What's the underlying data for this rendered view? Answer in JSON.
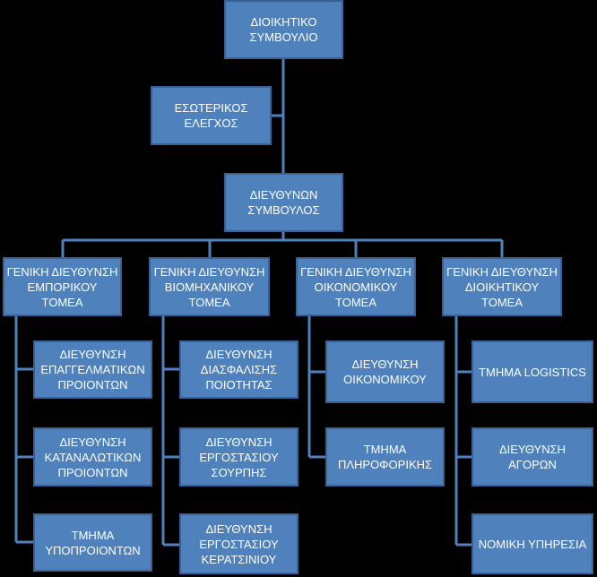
{
  "colors": {
    "box_fill": "#4F81BD",
    "box_border": "#3A6191",
    "connector": "#4F81BD",
    "background": "#000000"
  },
  "board": "ΔΙΟΙΚΗΤΙΚΟ\nΣΥΜΒΟΥΛΙΟ",
  "internal_audit": "ΕΣΩΤΕΡΙΚΟΣ\nΕΛΕΓΧΟΣ",
  "ceo": "ΔΙΕΥΘΥΝΩΝ\nΣΥΜΒΟΥΛΟΣ",
  "divisions": [
    {
      "title": "ΓΕΝΙΚΗ ΔΙΕΥΘΥΝΣΗ\nΕΜΠΟΡΙΚΟΥ\nΤΟΜΕΑ",
      "units": [
        "ΔΙΕΥΘΥΝΣΗ\nΕΠΑΓΓΕΛΜΑΤΙΚΩΝ\nΠΡΟΙΟΝΤΩΝ",
        "ΔΙΕΥΘΥΝΣΗ\nΚΑΤΑΝΑΛΩΤΙΚΩΝ\nΠΡΟΙΟΝΤΩΝ",
        "ΤΜΗΜΑ\nΥΠΟΠΡΟΙΟΝΤΩΝ"
      ]
    },
    {
      "title": "ΓΕΝΙΚΗ ΔΙΕΥΘΥΝΣΗ\nΒΙΟΜΗΧΑΝΙΚΟΥ\nΤΟΜΕΑ",
      "units": [
        "ΔΙΕΥΘΥΝΣΗ\nΔΙΑΣΦΑΛΙΣΗΣ\nΠΟΙΟΤΗΤΑΣ",
        "ΔΙΕΥΘΥΝΣΗ\nΕΡΓΟΣΤΑΣΙΟΥ\nΣΟΥΡΠΗΣ",
        "ΔΙΕΥΘΥΝΣΗ\nΕΡΓΟΣΤΑΣΙΟΥ\nΚΕΡΑΤΣΙΝΙΟΥ"
      ]
    },
    {
      "title": "ΓΕΝΙΚΗ ΔΙΕΥΘΥΝΣΗ\nΟΙΚΟΝΟΜΙΚΟΥ\nΤΟΜΕΑ",
      "units": [
        "ΔΙΕΥΘΥΝΣΗ\nΟΙΚΟΝΟΜΙΚΟΥ",
        "ΤΜΗΜΑ\nΠΛΗΡΟΦΟΡΙΚΗΣ"
      ]
    },
    {
      "title": "ΓΕΝΙΚΗ ΔΙΕΥΘΥΝΣΗ\nΔΙΟΙΚΗΤΙΚΟΥ\nΤΟΜΕΑ",
      "units": [
        "ΤΜΗΜΑ LOGISTICS",
        "ΔΙΕΥΘΥΝΣΗ\nΑΓΟΡΩΝ",
        "ΝΟΜΙΚΗ ΥΠΗΡΕΣΙΑ"
      ]
    }
  ]
}
